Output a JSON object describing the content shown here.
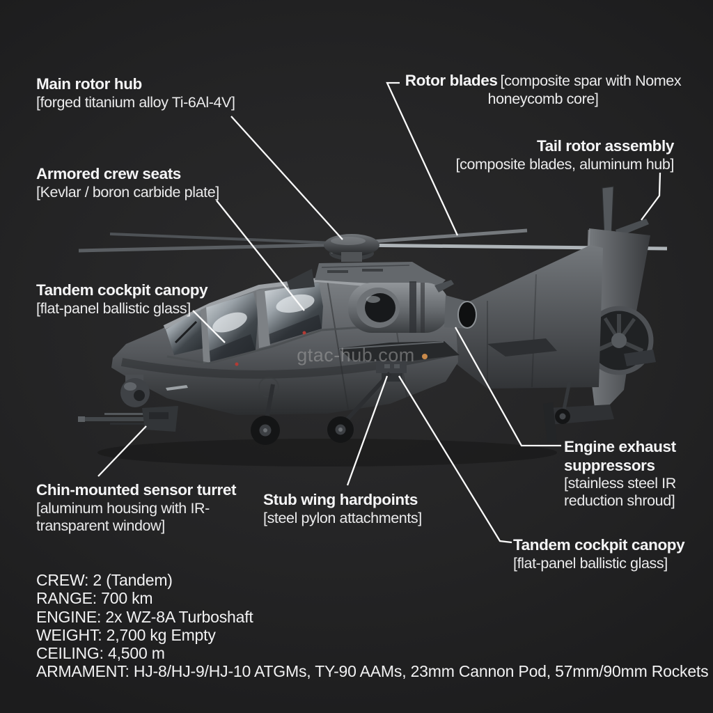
{
  "background": {
    "color": "#232324"
  },
  "watermark": {
    "text": "gtac-hub.com"
  },
  "callouts": {
    "main_rotor_hub": {
      "title": "Main rotor hub",
      "detail": "[forged titanium alloy Ti-6Al-4V]"
    },
    "rotor_blades": {
      "title": "Rotor blades",
      "detail": "[composite spar with Nomex honeycomb core]"
    },
    "tail_rotor_assembly": {
      "title": "Tail rotor assembly",
      "detail": "[composite blades, aluminum hub]"
    },
    "armored_crew_seats": {
      "title": "Armored crew seats",
      "detail": "[Kevlar / boron carbide plate]"
    },
    "tandem_cockpit_canopy_left": {
      "title": "Tandem cockpit canopy",
      "detail": "[flat-panel ballistic glass]"
    },
    "chin_mounted_sensor_turret": {
      "title": "Chin-mounted sensor turret",
      "detail": "[aluminum housing with IR-transparent window]"
    },
    "stub_wing_hardpoints": {
      "title": "Stub wing hardpoints",
      "detail": "[steel pylon attachments]"
    },
    "engine_exhaust_suppressors": {
      "title": "Engine exhaust suppressors",
      "detail": "[stainless steel IR reduction shroud]"
    },
    "tandem_cockpit_canopy_right": {
      "title": "Tandem cockpit canopy",
      "detail": "[flat-panel ballistic glass]"
    }
  },
  "specs": {
    "crew": "CREW: 2 (Tandem)",
    "range": "RANGE: 700 km",
    "engine": "ENGINE: 2x WZ-8A Turboshaft",
    "weight": "WEIGHT: 2,700 kg Empty",
    "ceiling": "CEILING: 4,500 m",
    "armament": "ARMAMENT: HJ-8/HJ-9/HJ-10 ATGMs, TY-90 AAMs, 23mm Cannon Pod, 57mm/90mm Rockets"
  },
  "colors": {
    "background": "#232324",
    "label_text": "#f5f5f5",
    "leader_line": "#fafafa",
    "watermark": "#a9a9a9",
    "hull_light": "#82868a",
    "hull_dark": "#2e3032"
  }
}
